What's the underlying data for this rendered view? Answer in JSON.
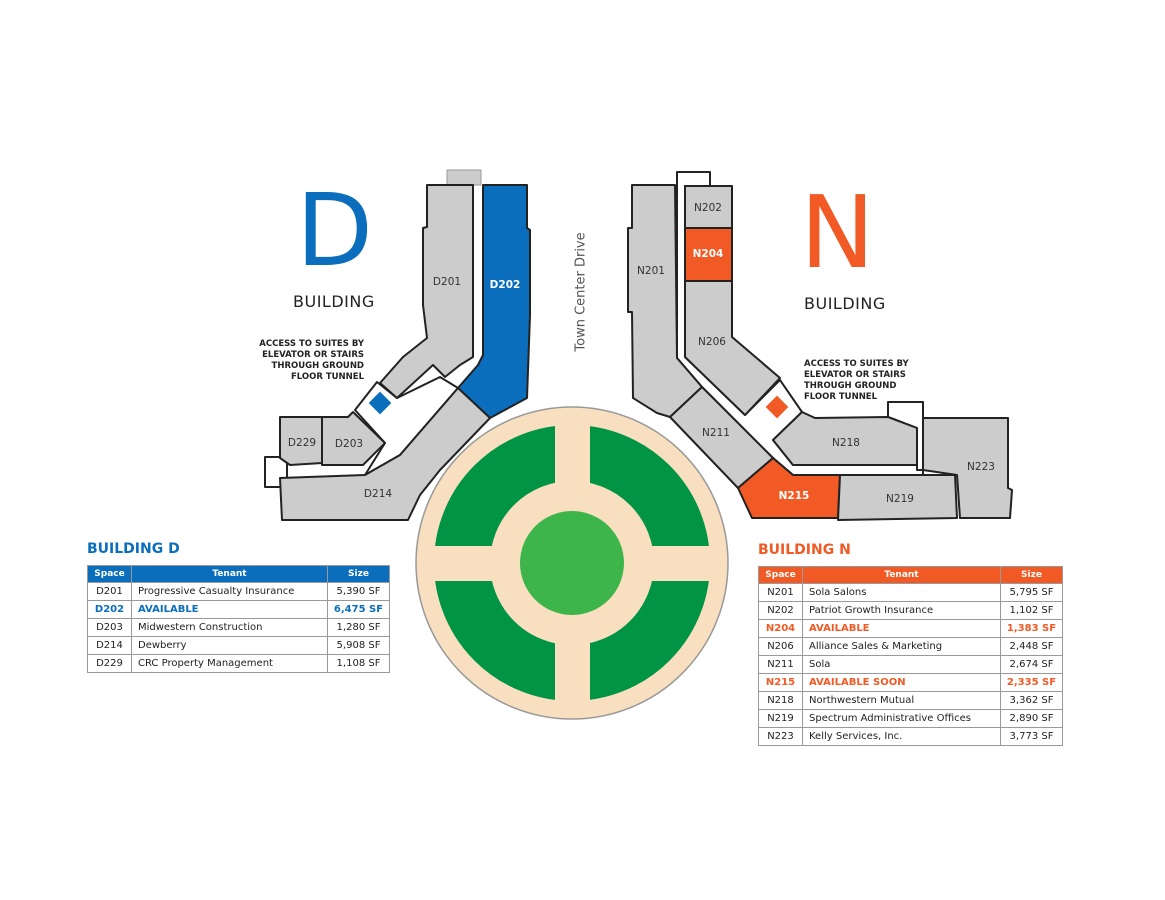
{
  "colors": {
    "blue": "#0a6ebd",
    "orange": "#f15a24",
    "suite": "#cccccc",
    "lawn": "#009444",
    "center": "#3db54a",
    "plaza": "#f8dfbf"
  },
  "building_d": {
    "letter": "D",
    "word": "BUILDING",
    "access_note": [
      "ACCESS TO SUITES BY",
      "ELEVATOR OR STAIRS",
      "THROUGH GROUND",
      "FLOOR TUNNEL"
    ],
    "suites": {
      "d201": "D201",
      "d202": "D202",
      "d203": "D203",
      "d214": "D214",
      "d229": "D229"
    }
  },
  "building_n": {
    "letter": "N",
    "word": "BUILDING",
    "access_note": [
      "ACCESS TO SUITES BY",
      "ELEVATOR OR STAIRS",
      "THROUGH GROUND",
      "FLOOR TUNNEL"
    ],
    "suites": {
      "n201": "N201",
      "n202": "N202",
      "n204": "N204",
      "n206": "N206",
      "n211": "N211",
      "n215": "N215",
      "n218": "N218",
      "n219": "N219",
      "n223": "N223"
    }
  },
  "road": "Town Center Drive",
  "table_d": {
    "title": "BUILDING D",
    "headers": [
      "Space",
      "Tenant",
      "Size"
    ],
    "rows": [
      [
        "D201",
        "Progressive Casualty Insurance",
        "5,390 SF"
      ],
      [
        "D202",
        "AVAILABLE",
        "6,475 SF"
      ],
      [
        "D203",
        "Midwestern Construction",
        "1,280 SF"
      ],
      [
        "D214",
        "Dewberry",
        "5,908 SF"
      ],
      [
        "D229",
        "CRC Property Management",
        "1,108 SF"
      ]
    ]
  },
  "table_n": {
    "title": "BUILDING N",
    "headers": [
      "Space",
      "Tenant",
      "Size"
    ],
    "rows": [
      [
        "N201",
        "Sola Salons",
        "5,795 SF"
      ],
      [
        "N202",
        "Patriot Growth Insurance",
        "1,102 SF"
      ],
      [
        "N204",
        "AVAILABLE",
        "1,383 SF"
      ],
      [
        "N206",
        "Alliance Sales & Marketing",
        "2,448 SF"
      ],
      [
        "N211",
        "Sola",
        "2,674 SF"
      ],
      [
        "N215",
        "AVAILABLE SOON",
        "2,335 SF"
      ],
      [
        "N218",
        "Northwestern Mutual",
        "3,362 SF"
      ],
      [
        "N219",
        "Spectrum Administrative Offices",
        "2,890 SF"
      ],
      [
        "N223",
        "Kelly Services, Inc.",
        "3,773 SF"
      ]
    ]
  }
}
